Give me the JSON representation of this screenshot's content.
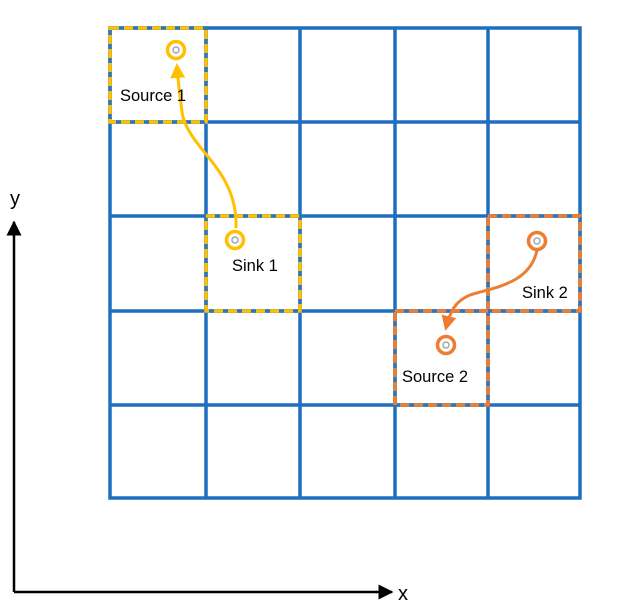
{
  "axes": {
    "x_label": "x",
    "y_label": "y"
  },
  "grid": {
    "rows": 5,
    "cols": 5,
    "color": "#1f6fbf"
  },
  "regions": [
    {
      "id": "source-1",
      "label": "Source 1",
      "color": "#ffc000",
      "dash_color": "#2e75b6"
    },
    {
      "id": "sink-1",
      "label": "Sink 1",
      "color": "#ffc000",
      "dash_color": "#2e75b6"
    },
    {
      "id": "sink-2",
      "label": "Sink 2",
      "color": "#ed7d31",
      "dash_color": "#2e75b6"
    },
    {
      "id": "source-2",
      "label": "Source 2",
      "color": "#ed7d31",
      "dash_color": "#2e75b6"
    }
  ],
  "flows": [
    {
      "from": "Sink 1",
      "to": "Source 1",
      "color": "#ffc000"
    },
    {
      "from": "Sink 2",
      "to": "Source 2",
      "color": "#ed7d31"
    }
  ],
  "colors": {
    "axis": "#000000",
    "yellow": "#ffc000",
    "orange": "#ed7d31",
    "ring_inner": "#a5a5a5"
  }
}
